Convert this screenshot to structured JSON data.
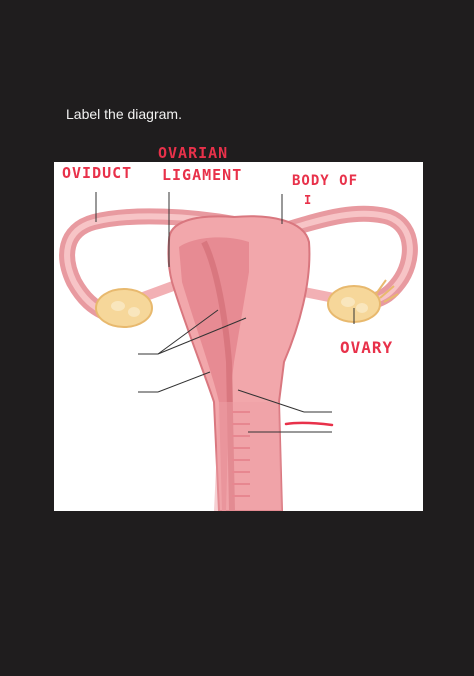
{
  "prompt": "Label the diagram.",
  "labels": {
    "oviduct": "OVIDUCT",
    "ovarian_top": "OVARIAN",
    "ovarian_bottom": "LIGAMENT",
    "body_top": "BODY OF",
    "body_bottom": "I",
    "ovary": "OVARY"
  },
  "colors": {
    "background": "#1f1d1e",
    "card": "#ffffff",
    "handwriting": "#e8314a",
    "tissue": "#f2a7ab",
    "tissue_dark": "#d9777f",
    "ovary": "#f6d79a"
  }
}
